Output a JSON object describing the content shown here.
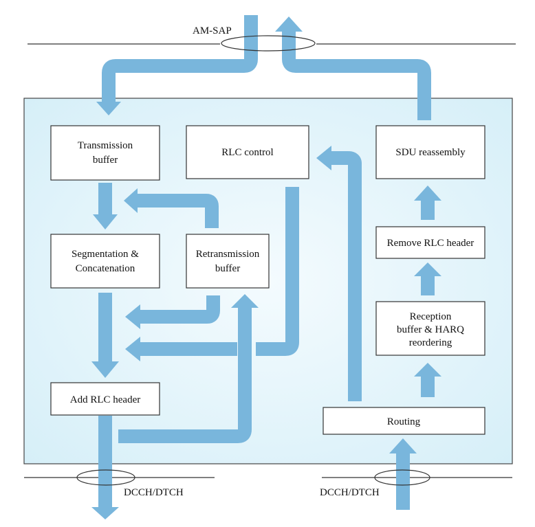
{
  "diagram": {
    "top_interface": "AM-SAP",
    "bottom_left_interface": "DCCH/DTCH",
    "bottom_right_interface": "DCCH/DTCH",
    "blocks": {
      "transmission_buffer": [
        "Transmission",
        "buffer"
      ],
      "rlc_control": [
        "RLC control"
      ],
      "sdu_reassembly": [
        "SDU reassembly"
      ],
      "segmentation": [
        "Segmentation &",
        "Concatenation"
      ],
      "retransmission_buffer": [
        "Retransmission",
        "buffer"
      ],
      "remove_rlc_header": [
        "Remove RLC header"
      ],
      "reception_buffer": [
        "Reception",
        "buffer & HARQ",
        "reordering"
      ],
      "add_rlc_header": [
        "Add RLC header"
      ],
      "routing": [
        "Routing"
      ]
    },
    "colors": {
      "entity_fill": "#e3f5fb",
      "entity_border": "#444444",
      "arrow_fill": "#79b6dc"
    }
  }
}
